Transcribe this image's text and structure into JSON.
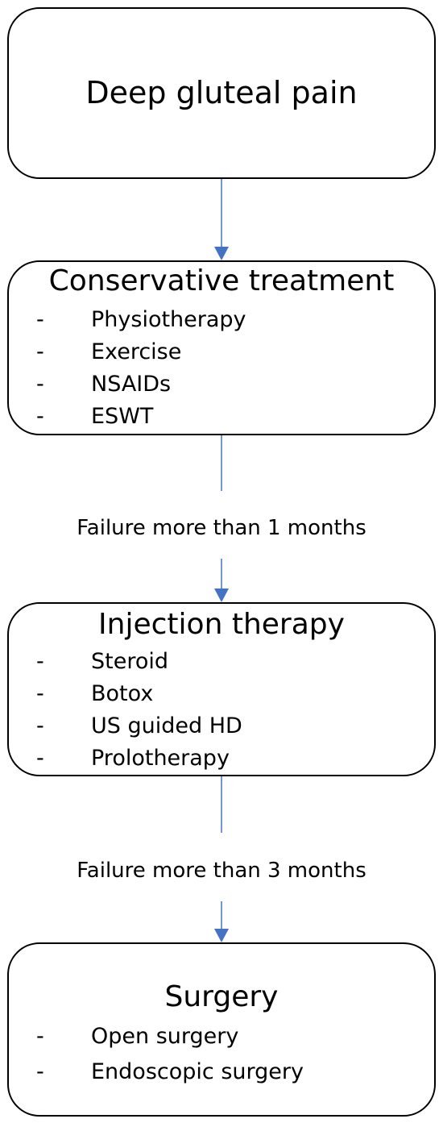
{
  "colors": {
    "connector": "#4472c4",
    "box_border": "#000000",
    "text": "#000000"
  },
  "boxes": [
    {
      "title": "Deep gluteal pain",
      "items": []
    },
    {
      "title": "Conservative treatment",
      "items": [
        "Physiotherapy",
        "Exercise",
        "NSAIDs",
        "ESWT"
      ]
    },
    {
      "title": "Injection therapy",
      "items": [
        "Steroid",
        "Botox",
        "US guided HD",
        "Prolotherapy"
      ]
    },
    {
      "title": "Surgery",
      "items": [
        "Open surgery",
        "Endoscopic surgery"
      ]
    }
  ],
  "bullet": "-",
  "transitions": [
    "Failure more than 1 months",
    "Failure more than 3 months"
  ]
}
